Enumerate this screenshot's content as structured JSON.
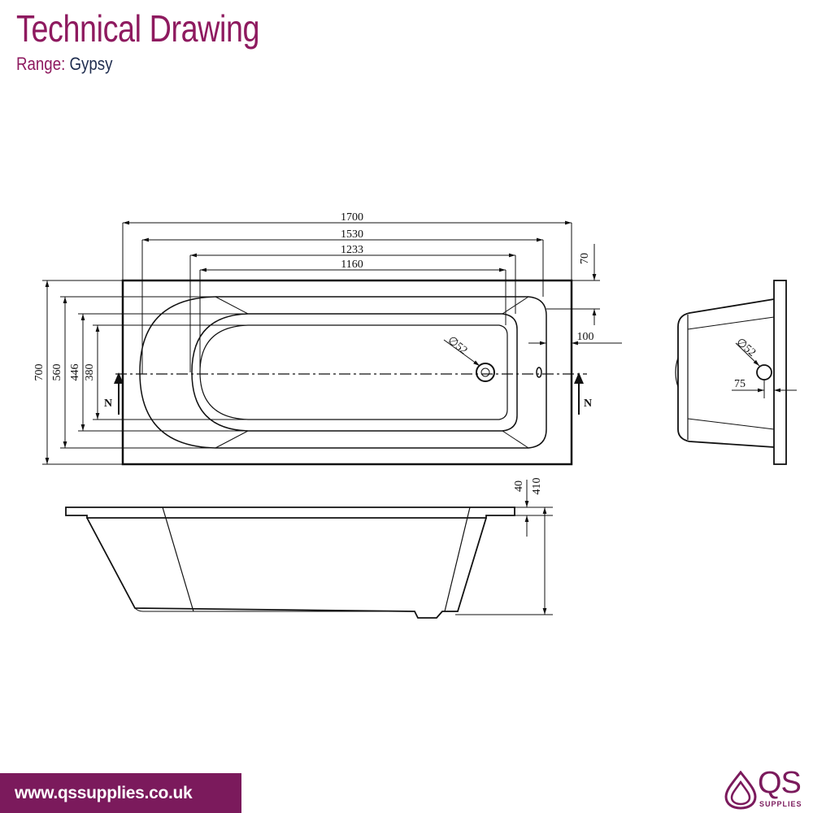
{
  "header": {
    "title": "Technical Drawing",
    "range_label": "Range:",
    "range_value": "Gypsy"
  },
  "dimensions": {
    "length_overall": "1700",
    "length_1": "1530",
    "length_2": "1233",
    "length_3": "1160",
    "width_overall": "700",
    "width_1": "560",
    "width_2": "446",
    "width_3": "380",
    "rim_offset": "70",
    "waste_offset": "100",
    "waste_diameter": "∅52",
    "end_waste_diameter": "∅52",
    "end_waste_offset": "75",
    "rim_depth": "40",
    "overall_depth": "410",
    "section_marker_left": "N",
    "section_marker_right": "N"
  },
  "footer": {
    "website": "www.qssupplies.co.uk",
    "logo_text": "QS",
    "logo_sub": "SUPPLIES"
  },
  "colors": {
    "brand": "#8e1a5f",
    "footer_bar": "#7b1a5c",
    "range_value": "#1f2d4f"
  }
}
